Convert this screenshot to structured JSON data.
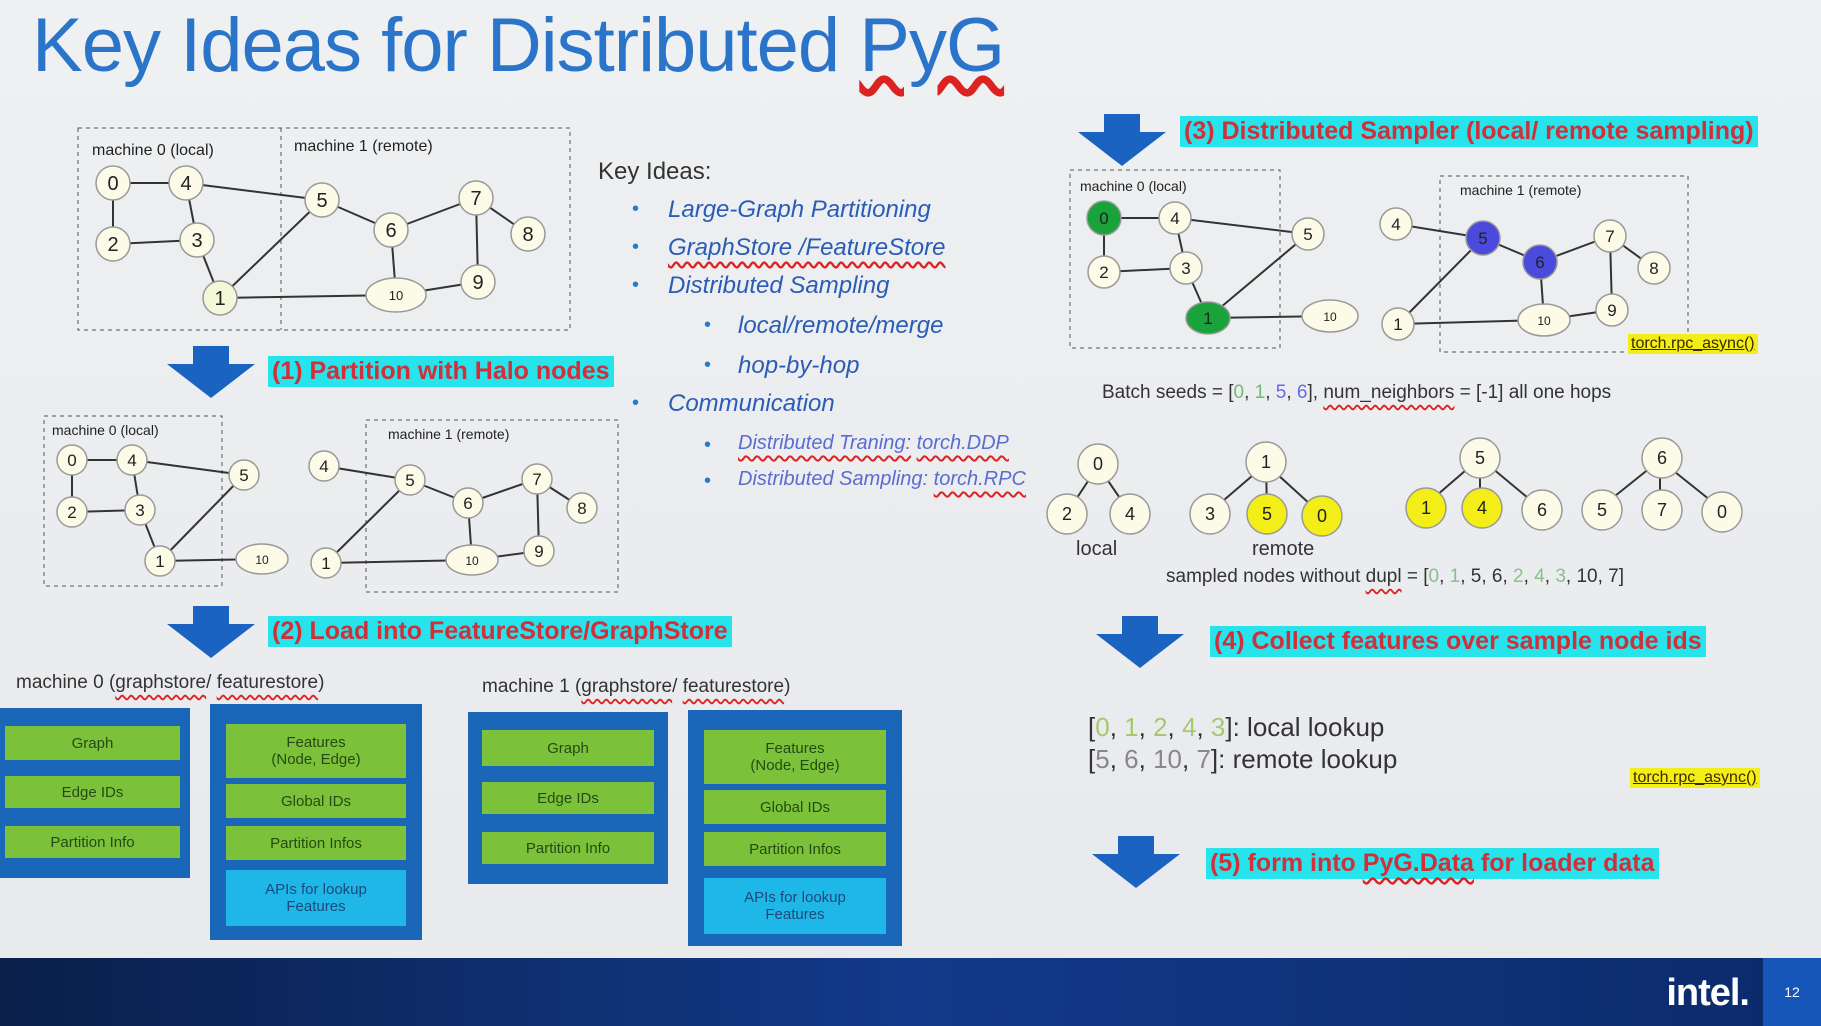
{
  "title": {
    "prefix": "Key Ideas for Distributed ",
    "suffix": "PyG"
  },
  "top_graph": {
    "m0": "machine 0 (local)",
    "m1": "machine 1 (remote)"
  },
  "step1": "(1) Partition with Halo nodes",
  "part_graph": {
    "m0": "machine 0 (local)",
    "m1": "machine 1 (remote)"
  },
  "step2": "(2) Load into FeatureStore/GraphStore",
  "machine0_store_label": {
    "prefix": "machine 0 (",
    "a": "graphstore",
    "mid": "/ ",
    "b": "featurestore",
    "suffix": ")"
  },
  "machine1_store_label": {
    "prefix": "machine 1 (",
    "a": "graphstore",
    "mid": "/ ",
    "b": "featurestore",
    "suffix": ")"
  },
  "store_left": [
    "Graph",
    "Edge IDs",
    "Partition Info"
  ],
  "store_right": {
    "features": "Features\n(Node, Edge)",
    "global": "Global IDs",
    "partition": "Partition Infos",
    "apis": "APIs for lookup\nFeatures"
  },
  "key_ideas": {
    "heading": "Key Ideas:",
    "item1": "Large-Graph Partitioning",
    "item2": "GraphStore /FeatureStore",
    "item3": "Distributed Sampling",
    "item3a": "local/remote/merge",
    "item3b": "hop-by-hop",
    "item4": "Communication",
    "item4a_label": "Distributed Traning:",
    "item4a_val": "torch.DDP",
    "item4b_label": "Distributed Sampling:",
    "item4b_val": "torch.RPC"
  },
  "step3": "(3) Distributed Sampler (local/ remote sampling)",
  "sampler_graph": {
    "m0": "machine 0 (local)",
    "m1": "machine 1 (remote)"
  },
  "rpc1": "torch.rpc_async()",
  "batch_seeds": {
    "prefix": "Batch seeds = [",
    "seeds": [
      "0",
      "1",
      "5",
      "6"
    ],
    "mid": "], ",
    "nn": "num_neighbors",
    "suffix": " = [-1] all one hops"
  },
  "tree_labels": {
    "local": "local",
    "remote": "remote"
  },
  "sampled": {
    "prefix": "sampled nodes without ",
    "dupl": "dupl",
    "mid": " = [",
    "values": [
      "0",
      "1",
      "5",
      "6",
      "2",
      "4",
      "3",
      "10",
      "7"
    ],
    "suffix": "]"
  },
  "step4": "(4) Collect features over sample node ids",
  "local_lookup": {
    "values": [
      "0",
      "1",
      "2",
      "4",
      "3"
    ],
    "text": "]: local lookup"
  },
  "remote_lookup": {
    "values": [
      "5",
      "6",
      "10",
      "7"
    ],
    "text": "]:   remote lookup"
  },
  "rpc2": "torch.rpc_async()",
  "step5": {
    "prefix": "(5) form into ",
    "pyg": "PyG.Data",
    "suffix": " for loader data"
  },
  "brand": "intel.",
  "page_number": "12",
  "colors": {
    "accent_blue": "#2a74c9",
    "cyan_highlight": "#27e3ec",
    "yellow_highlight": "#f4ee18",
    "green_node": "#1aa33a",
    "blue_node": "#4a4adc",
    "yellow_node": "#f4ee18",
    "panel_blue": "#1a66b8",
    "green_box": "#7bc23a",
    "cyan_box": "#1fb6e8"
  }
}
